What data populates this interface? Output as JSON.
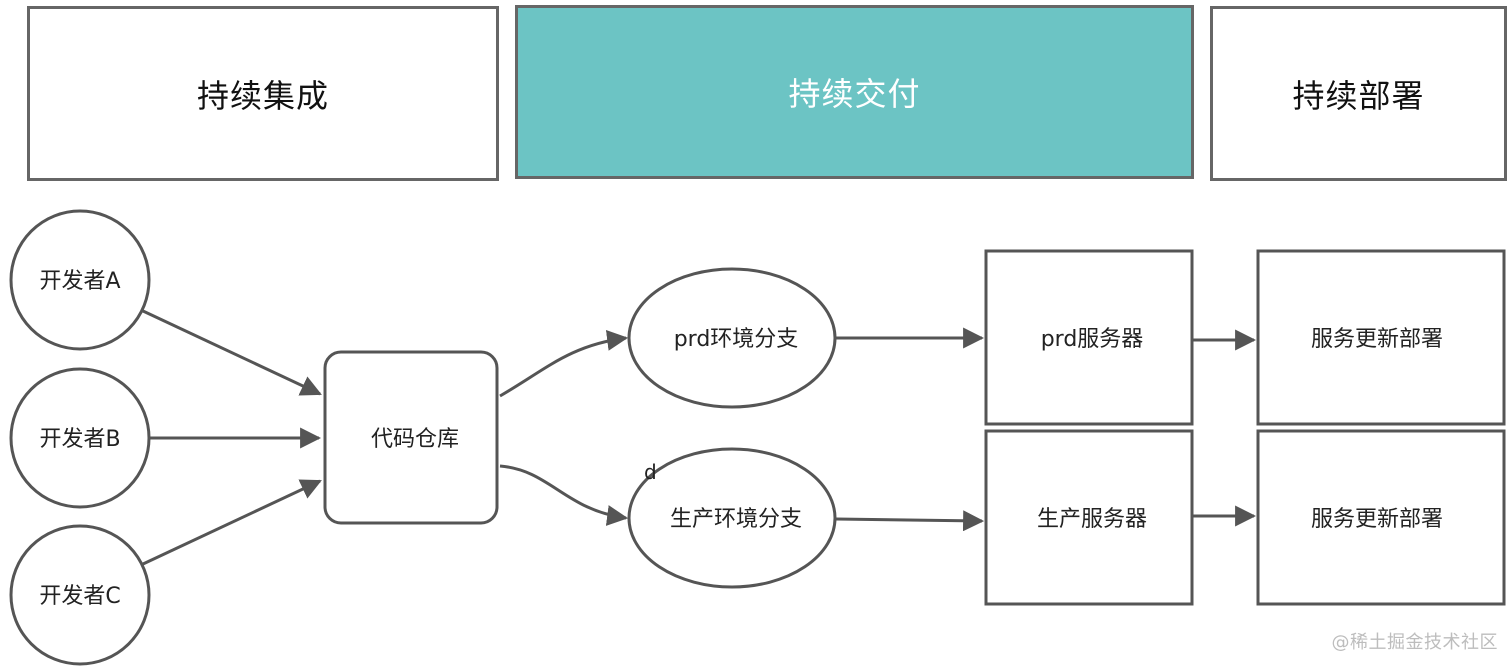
{
  "stages": {
    "continuous_integration": "持续集成",
    "continuous_delivery": "持续交付",
    "continuous_deployment": "持续部署",
    "highlight_color": "#6cc4c4"
  },
  "developers": {
    "a": "开发者A",
    "b": "开发者B",
    "c": "开发者C"
  },
  "repository": "代码仓库",
  "branches": {
    "prd": "prd环境分支",
    "production": "生产环境分支"
  },
  "servers": {
    "prd": "prd服务器",
    "production": "生产服务器"
  },
  "deploy": {
    "top": "服务更新部署",
    "bottom": "服务更新部署"
  },
  "stray_label": "d",
  "watermark": "@稀土掘金技术社区"
}
